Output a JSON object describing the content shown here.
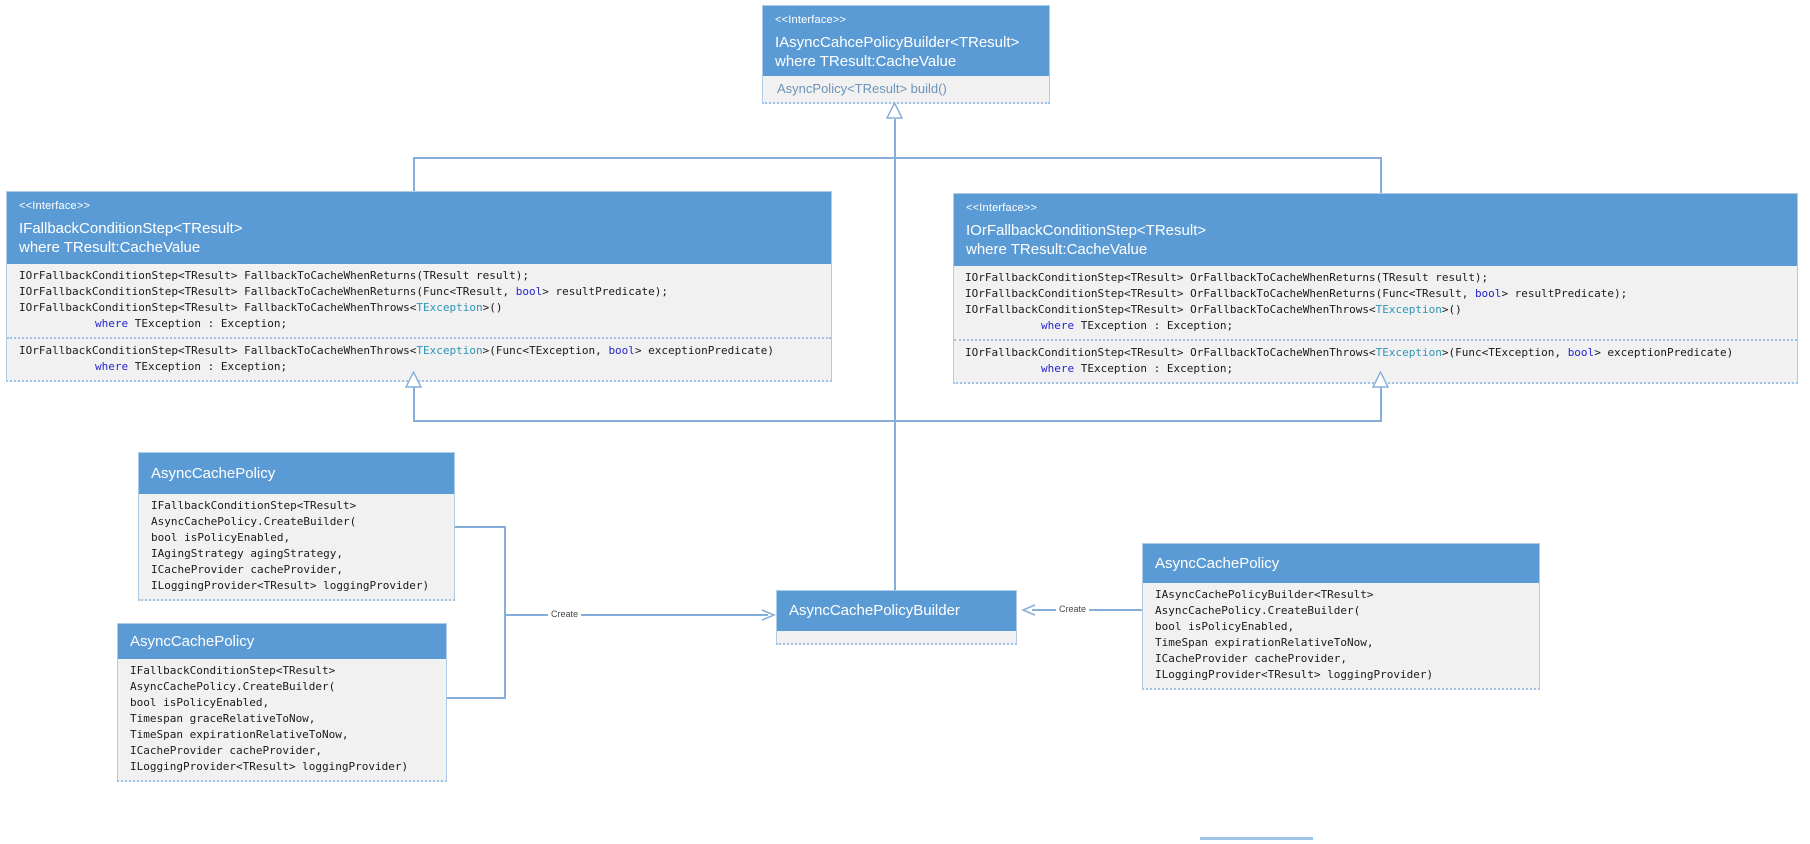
{
  "colors": {
    "header": "#5b9bd5",
    "header_text": "#ffffff",
    "body_bg": "#f1f1f1",
    "border": "#aecbe8",
    "separator": "#9dc3e6",
    "connector": "#85aeda",
    "keyword": "#2525cc",
    "type_teal": "#2e95b5",
    "code_text": "#1a1a1a",
    "build_text": "#6f93b8",
    "create_label": "#474747"
  },
  "connectors": {
    "left_create_label": "Create",
    "right_create_label": "Create"
  },
  "boxes": [
    {
      "stereotype": "<<Interface>>",
      "title": "IAsyncCahcePolicyBuilder<TResult>",
      "subtitle": "where TResult:CacheValue",
      "sections": [
        [
          {
            "s": [
              {
                "t": "AsyncPolicy<TResult> build()"
              }
            ]
          }
        ]
      ]
    },
    {
      "stereotype": "<<Interface>>",
      "title": "IFallbackConditionStep<TResult>",
      "subtitle": "where TResult:CacheValue",
      "sections": [
        [
          {
            "s": [
              {
                "t": "IOrFallbackConditionStep<TResult> FallbackToCacheWhenReturns(TResult result);"
              }
            ]
          },
          {
            "s": [
              {
                "t": "IOrFallbackConditionStep<TResult> FallbackToCacheWhenReturns(Func<TResult, "
              },
              {
                "t": "bool",
                "c": "kw"
              },
              {
                "t": "> resultPredicate);"
              }
            ]
          },
          {
            "s": [
              {
                "t": "IOrFallbackConditionStep<TResult> FallbackToCacheWhenThrows<"
              },
              {
                "t": "TException",
                "c": "ty"
              },
              {
                "t": ">()"
              }
            ]
          },
          {
            "i": true,
            "s": [
              {
                "t": "where",
                "c": "kw"
              },
              {
                "t": " TException : Exception;"
              }
            ]
          }
        ],
        [
          {
            "s": [
              {
                "t": "IOrFallbackConditionStep<TResult> FallbackToCacheWhenThrows<"
              },
              {
                "t": "TException",
                "c": "ty"
              },
              {
                "t": ">(Func<TException, "
              },
              {
                "t": "bool",
                "c": "kw"
              },
              {
                "t": "> exceptionPredicate)"
              }
            ]
          },
          {
            "i": true,
            "s": [
              {
                "t": "where",
                "c": "kw"
              },
              {
                "t": " TException : Exception;"
              }
            ]
          }
        ]
      ]
    },
    {
      "stereotype": "<<Interface>>",
      "title": "IOrFallbackConditionStep<TResult>",
      "subtitle": "where TResult:CacheValue",
      "sections": [
        [
          {
            "s": [
              {
                "t": "IOrFallbackConditionStep<TResult> OrFallbackToCacheWhenReturns(TResult result);"
              }
            ]
          },
          {
            "s": [
              {
                "t": "IOrFallbackConditionStep<TResult> OrFallbackToCacheWhenReturns(Func<TResult, "
              },
              {
                "t": "bool",
                "c": "kw"
              },
              {
                "t": "> resultPredicate);"
              }
            ]
          },
          {
            "s": [
              {
                "t": "IOrFallbackConditionStep<TResult> OrFallbackToCacheWhenThrows<"
              },
              {
                "t": "TException",
                "c": "ty"
              },
              {
                "t": ">()"
              }
            ]
          },
          {
            "i": true,
            "s": [
              {
                "t": "where",
                "c": "kw"
              },
              {
                "t": " TException : Exception;"
              }
            ]
          }
        ],
        [
          {
            "s": [
              {
                "t": "IOrFallbackConditionStep<TResult> OrFallbackToCacheWhenThrows<"
              },
              {
                "t": "TException",
                "c": "ty"
              },
              {
                "t": ">(Func<TException, "
              },
              {
                "t": "bool",
                "c": "kw"
              },
              {
                "t": "> exceptionPredicate)"
              }
            ]
          },
          {
            "i": true,
            "s": [
              {
                "t": "where",
                "c": "kw"
              },
              {
                "t": " TException : Exception;"
              }
            ]
          }
        ]
      ]
    },
    {
      "title": "AsyncCachePolicy",
      "sections": [
        [
          {
            "s": [
              {
                "t": "IFallbackConditionStep<TResult>"
              }
            ]
          },
          {
            "s": [
              {
                "t": "AsyncCachePolicy.CreateBuilder("
              }
            ]
          },
          {
            "s": [
              {
                "t": "bool isPolicyEnabled,"
              }
            ]
          },
          {
            "s": [
              {
                "t": "IAgingStrategy agingStrategy,"
              }
            ]
          },
          {
            "s": [
              {
                "t": "ICacheProvider cacheProvider,"
              }
            ]
          },
          {
            "s": [
              {
                "t": "ILoggingProvider<TResult> loggingProvider)"
              }
            ]
          }
        ]
      ]
    },
    {
      "title": "AsyncCachePolicy",
      "sections": [
        [
          {
            "s": [
              {
                "t": "IFallbackConditionStep<TResult>"
              }
            ]
          },
          {
            "s": [
              {
                "t": "AsyncCachePolicy.CreateBuilder("
              }
            ]
          },
          {
            "s": [
              {
                "t": "bool isPolicyEnabled,"
              }
            ]
          },
          {
            "s": [
              {
                "t": "Timespan graceRelativeToNow,"
              }
            ]
          },
          {
            "s": [
              {
                "t": "TimeSpan expirationRelativeToNow,"
              }
            ]
          },
          {
            "s": [
              {
                "t": "ICacheProvider cacheProvider,"
              }
            ]
          },
          {
            "s": [
              {
                "t": "ILoggingProvider<TResult> loggingProvider)"
              }
            ]
          }
        ]
      ]
    },
    {
      "title": "AsyncCachePolicy",
      "sections": [
        [
          {
            "s": [
              {
                "t": "IAsyncCachePolicyBuilder<TResult>"
              }
            ]
          },
          {
            "s": [
              {
                "t": "AsyncCachePolicy.CreateBuilder("
              }
            ]
          },
          {
            "s": [
              {
                "t": "bool isPolicyEnabled,"
              }
            ]
          },
          {
            "s": [
              {
                "t": "TimeSpan expirationRelativeToNow,"
              }
            ]
          },
          {
            "s": [
              {
                "t": "ICacheProvider cacheProvider,"
              }
            ]
          },
          {
            "s": [
              {
                "t": "ILoggingProvider<TResult> loggingProvider)"
              }
            ]
          }
        ]
      ]
    },
    {
      "title": "AsyncCachePolicyBuilder",
      "sections": []
    }
  ]
}
